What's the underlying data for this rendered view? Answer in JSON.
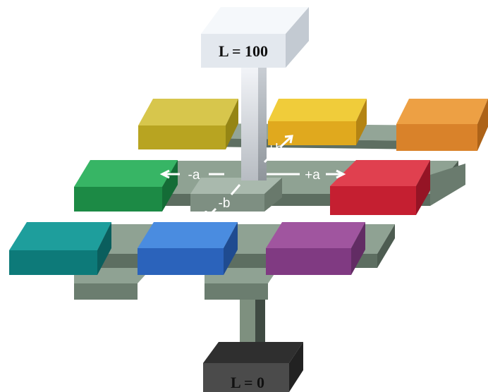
{
  "labels": {
    "l_top": "L = 100",
    "l_bottom": "L = 0",
    "minus_a": "-a",
    "plus_a": "+a",
    "plus_b": "+b",
    "minus_b": "-b"
  },
  "colors": {
    "olive_yellow": "#c8b52a",
    "yellow": "#e6b820",
    "orange": "#e08a2c",
    "green": "#1e9a4c",
    "red": "#d42a3a",
    "teal": "#0f8a8a",
    "blue": "#2f6fc8",
    "purple": "#8a4090",
    "grey_platform": "#7f9583",
    "white": "#f2f6fa",
    "black": "#2b2b2b"
  }
}
